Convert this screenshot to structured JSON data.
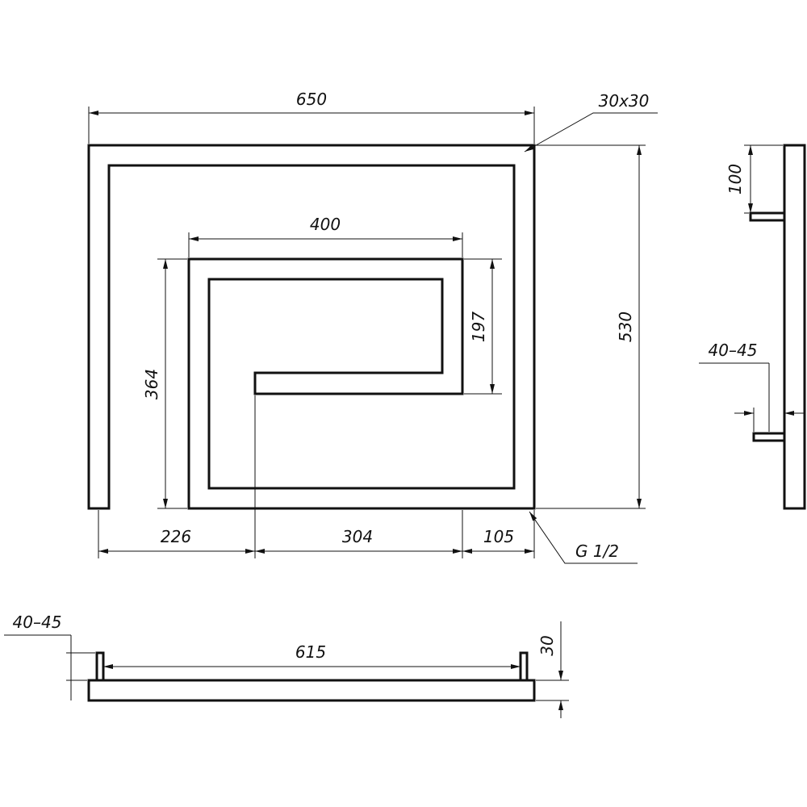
{
  "colors": {
    "stroke": "#111111",
    "background": "#ffffff"
  },
  "front_view": {
    "overall_width": "650",
    "profile": "30x30",
    "overall_height": "530",
    "inner_width": "400",
    "inner_height": "364",
    "inner_step": "197",
    "bottom_left": "226",
    "bottom_middle": "304",
    "bottom_right": "105",
    "thread": "G 1/2"
  },
  "side_view": {
    "bracket_offset": "100",
    "wall_gap": "40–45"
  },
  "bottom_view": {
    "wall_gap": "40–45",
    "pipe_spacing": "615",
    "pipe_depth": "30"
  }
}
